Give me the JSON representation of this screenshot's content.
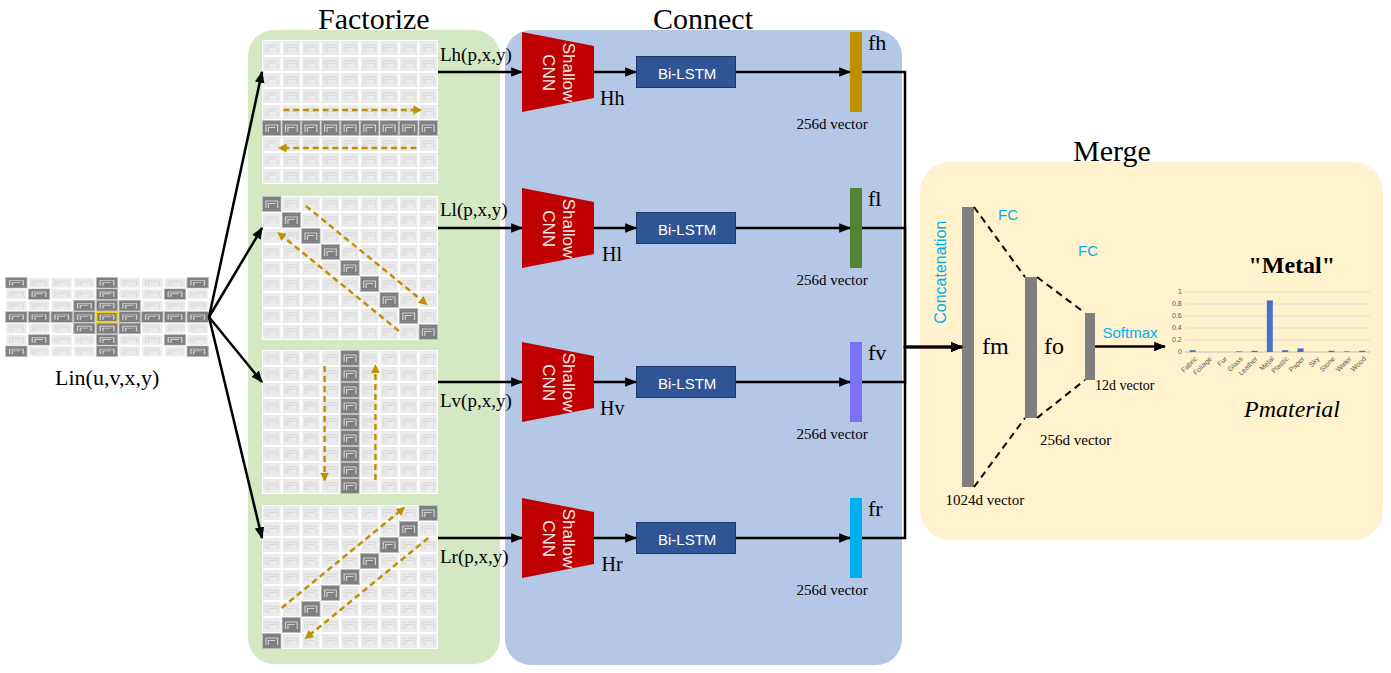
{
  "diagram": {
    "nodes": [
      {
        "text": [
          "Lin(u,v,x,y)"
        ]
      },
      {
        "text": [
          "Factorize"
        ]
      },
      {
        "text": [
          "Lh(p,x,y)"
        ],
        "in": 1
      },
      {
        "text": [
          "Ll(p,x,y)"
        ],
        "in": 1
      },
      {
        "text": [
          "Lv(p,x,y)"
        ],
        "in": 1
      },
      {
        "text": [
          "Lr(p,x,y)"
        ],
        "in": 1
      },
      {
        "text": [
          "Connect"
        ]
      },
      {
        "text": [
          "Shallow CNN"
        ],
        "in": 6
      },
      {
        "text": [
          "Shallow CNN"
        ],
        "in": 6
      },
      {
        "text": [
          "Shallow CNN"
        ],
        "in": 6
      },
      {
        "text": [
          "Shallow CNN"
        ],
        "in": 6
      },
      {
        "text": [
          "Bi-LSTM"
        ],
        "in": 6
      },
      {
        "text": [
          "Bi-LSTM"
        ],
        "in": 6
      },
      {
        "text": [
          "Bi-LSTM"
        ],
        "in": 6
      },
      {
        "text": [
          "Bi-LSTM"
        ],
        "in": 6
      },
      {
        "text": [
          "fh",
          "256d vector"
        ],
        "in": 6
      },
      {
        "text": [
          "fl",
          "256d vector"
        ],
        "in": 6
      },
      {
        "text": [
          "fv",
          "256d vector"
        ],
        "in": 6
      },
      {
        "text": [
          "fr",
          "256d vector"
        ],
        "in": 6
      },
      {
        "text": [
          "Merge"
        ]
      },
      {
        "text": [
          "Concatenation",
          "fm",
          "1024d vector"
        ],
        "in": 19
      },
      {
        "text": [
          "fo",
          "256d vector"
        ],
        "in": 19
      },
      {
        "text": [
          "12d vector"
        ],
        "in": 19
      },
      {
        "text": [
          "\"Metal\"",
          "Pmaterial"
        ],
        "in": 19
      }
    ],
    "edges": [
      {
        "from": 0,
        "to": 2,
        "arrow": "to"
      },
      {
        "from": 0,
        "to": 3,
        "arrow": "to"
      },
      {
        "from": 0,
        "to": 4,
        "arrow": "to"
      },
      {
        "from": 0,
        "to": 5,
        "arrow": "to"
      },
      {
        "from": 2,
        "to": 7,
        "arrow": "to"
      },
      {
        "from": 3,
        "to": 8,
        "arrow": "to"
      },
      {
        "from": 4,
        "to": 9,
        "arrow": "to"
      },
      {
        "from": 5,
        "to": 10,
        "arrow": "to"
      },
      {
        "from": 7,
        "to": 11,
        "label": "Hh",
        "arrow": "to"
      },
      {
        "from": 8,
        "to": 12,
        "label": "Hl",
        "arrow": "to"
      },
      {
        "from": 9,
        "to": 13,
        "label": "Hv",
        "arrow": "to"
      },
      {
        "from": 10,
        "to": 14,
        "label": "Hr",
        "arrow": "to"
      },
      {
        "from": 11,
        "to": 15,
        "arrow": "to"
      },
      {
        "from": 12,
        "to": 16,
        "arrow": "to"
      },
      {
        "from": 13,
        "to": 17,
        "arrow": "to"
      },
      {
        "from": 14,
        "to": 18,
        "arrow": "to"
      },
      {
        "from": 15,
        "to": 20,
        "arrow": "to"
      },
      {
        "from": 16,
        "to": 20,
        "arrow": "to"
      },
      {
        "from": 17,
        "to": 20,
        "arrow": "to"
      },
      {
        "from": 18,
        "to": 20,
        "arrow": "to"
      },
      {
        "from": 20,
        "to": 21,
        "label": "FC",
        "arrow": "none"
      },
      {
        "from": 21,
        "to": 22,
        "label": "FC",
        "arrow": "none"
      },
      {
        "from": 22,
        "to": 23,
        "label": "Softmax",
        "arrow": "to"
      }
    ],
    "labels": [
      "Fabric",
      "Foliage",
      "Fur",
      "Glass",
      "Leather",
      "Metal",
      "Plastic",
      "Paper",
      "Sky",
      "Stone",
      "Water",
      "Wood",
      "1",
      "0.8",
      "0.6",
      "0.4",
      "0.2",
      "0"
    ]
  }
}
